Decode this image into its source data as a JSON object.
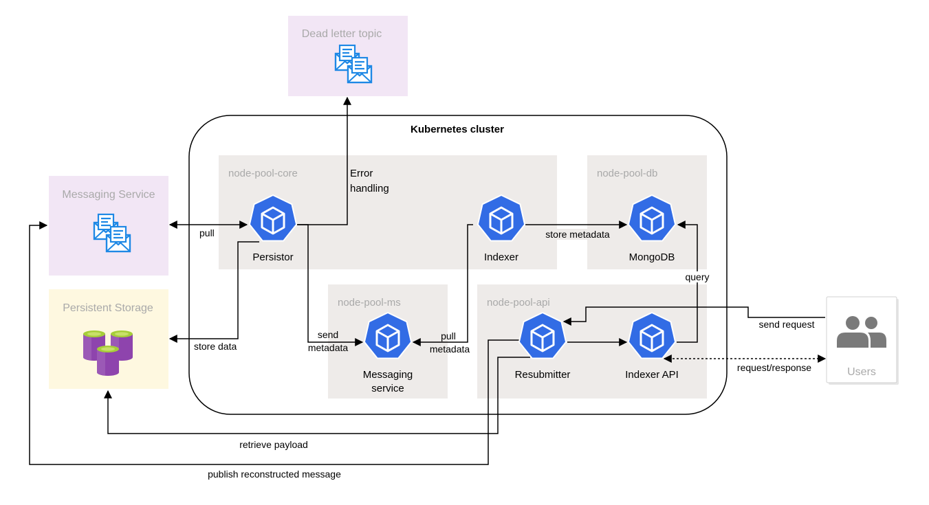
{
  "dead_letter": {
    "title": "Dead letter topic",
    "icon": "envelope-stack-icon"
  },
  "messaging_service": {
    "title": "Messaging Service",
    "icon": "envelope-stack-icon"
  },
  "persistent_storage": {
    "title": "Persistent Storage",
    "icon": "database-stack-icon"
  },
  "cluster": {
    "title": "Kubernetes cluster"
  },
  "pools": {
    "core": "node-pool-core",
    "db": "node-pool-db",
    "ms": "node-pool-ms",
    "api": "node-pool-api"
  },
  "nodes": {
    "persistor": "Persistor",
    "indexer": "Indexer",
    "mongodb": "MongoDB",
    "messaging_service_1": "Messaging",
    "messaging_service_2": "service",
    "resubmitter": "Resubmitter",
    "indexer_api": "Indexer API"
  },
  "users": {
    "label": "Users",
    "icon": "users-icon"
  },
  "edges": {
    "pull": "pull",
    "error_1": "Error",
    "error_2": "handling",
    "store_data": "store data",
    "send_metadata_1": "send",
    "send_metadata_2": "metadata",
    "pull_metadata_1": "pull",
    "pull_metadata_2": "metadata",
    "store_metadata": "store metadata",
    "query": "query",
    "send_request": "send request",
    "request_response": "request/response",
    "retrieve_payload": "retrieve payload",
    "publish_reconstructed": "publish reconstructed message"
  },
  "colors": {
    "kubernetes_blue": "#326CE5",
    "pool_background": "#EEEBE9",
    "messaging_background": "#F2E6F5",
    "storage_background": "#FEF8E0",
    "envelope_blue": "#1E88E5",
    "database_purple": "#8E44AD",
    "database_green": "#A6CE39"
  }
}
